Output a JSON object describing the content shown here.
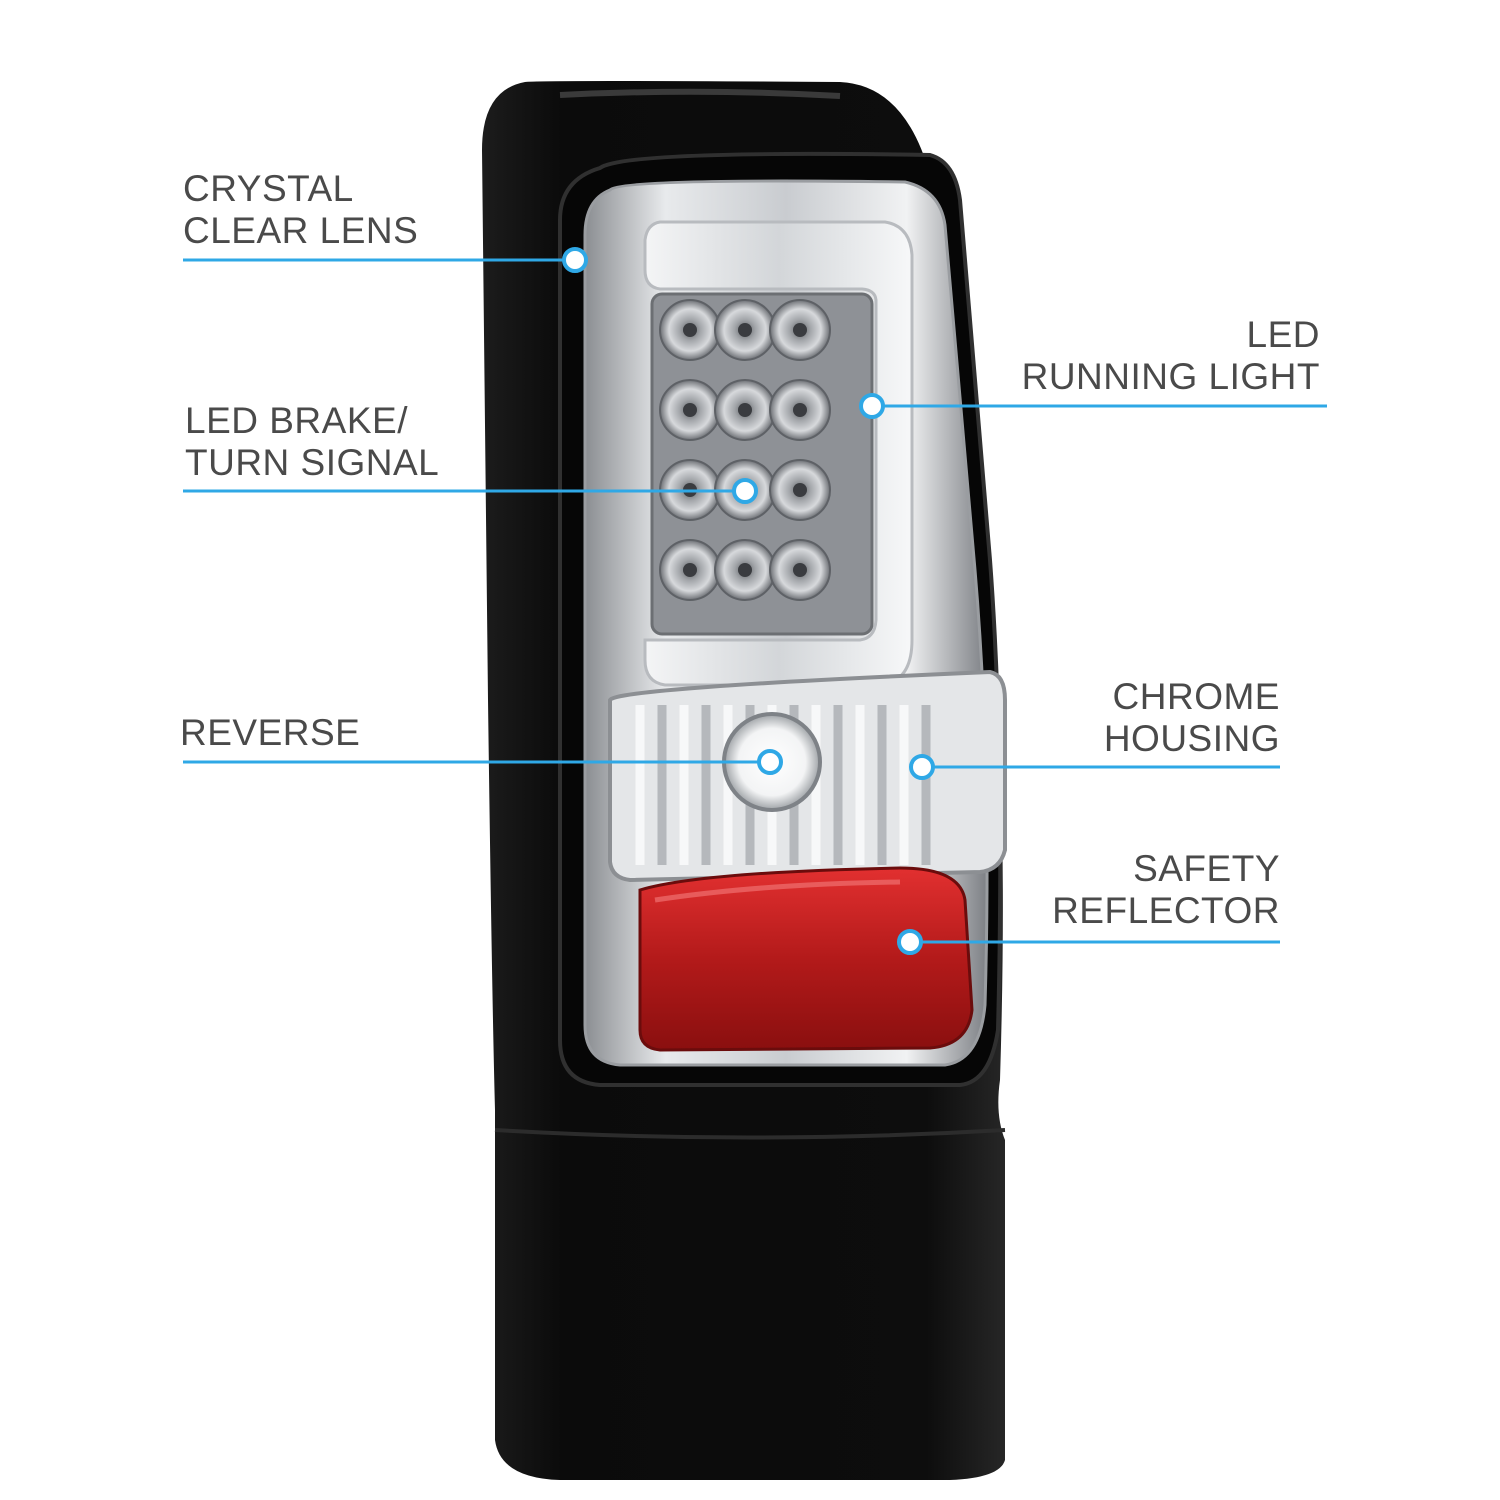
{
  "accent_color": "#2fa8e6",
  "product": "tail-light",
  "callouts": [
    {
      "id": "crystal-clear-lens",
      "lines": [
        "CRYSTAL",
        "CLEAR LENS"
      ],
      "side": "left"
    },
    {
      "id": "led-brake-turn-signal",
      "lines": [
        "LED BRAKE/",
        "TURN SIGNAL"
      ],
      "side": "left"
    },
    {
      "id": "reverse",
      "lines": [
        "REVERSE"
      ],
      "side": "left"
    },
    {
      "id": "led-running-light",
      "lines": [
        "LED",
        "RUNNING LIGHT"
      ],
      "side": "right"
    },
    {
      "id": "chrome-housing",
      "lines": [
        "CHROME",
        "HOUSING"
      ],
      "side": "right"
    },
    {
      "id": "safety-reflector",
      "lines": [
        "SAFETY",
        "REFLECTOR"
      ],
      "side": "right"
    }
  ]
}
